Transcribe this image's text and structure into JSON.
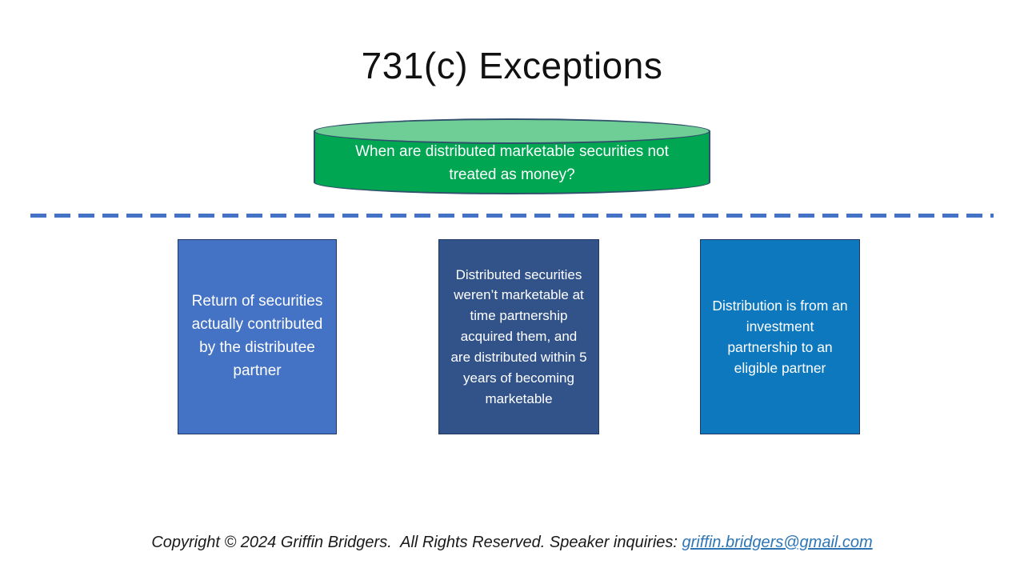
{
  "title": "731(c) Exceptions",
  "cylinder": {
    "question": "When are distributed marketable securities not treated as money?",
    "body_fill": "#00A651",
    "top_fill": "#6FCE96",
    "outline": "#30506B"
  },
  "divider": {
    "color": "#4472C4",
    "style": "dashed"
  },
  "exceptions": [
    {
      "text": "Return of securities actually contributed by the distributee partner",
      "fill": "#4472C4"
    },
    {
      "text": "Distributed securities weren’t marketable at time partnership acquired them, and are distributed within 5 years of becoming marketable",
      "fill": "#31538A"
    },
    {
      "text": "Distribution is from an investment partnership to an eligible partner",
      "fill": "#0D78BE"
    }
  ],
  "footer": {
    "prefix": "Copyright © 2024 Griffin Bridgers.  All Rights Reserved. Speaker inquiries: ",
    "email": "griffin.bridgers@gmail.com",
    "link_color": "#2E75B6"
  }
}
